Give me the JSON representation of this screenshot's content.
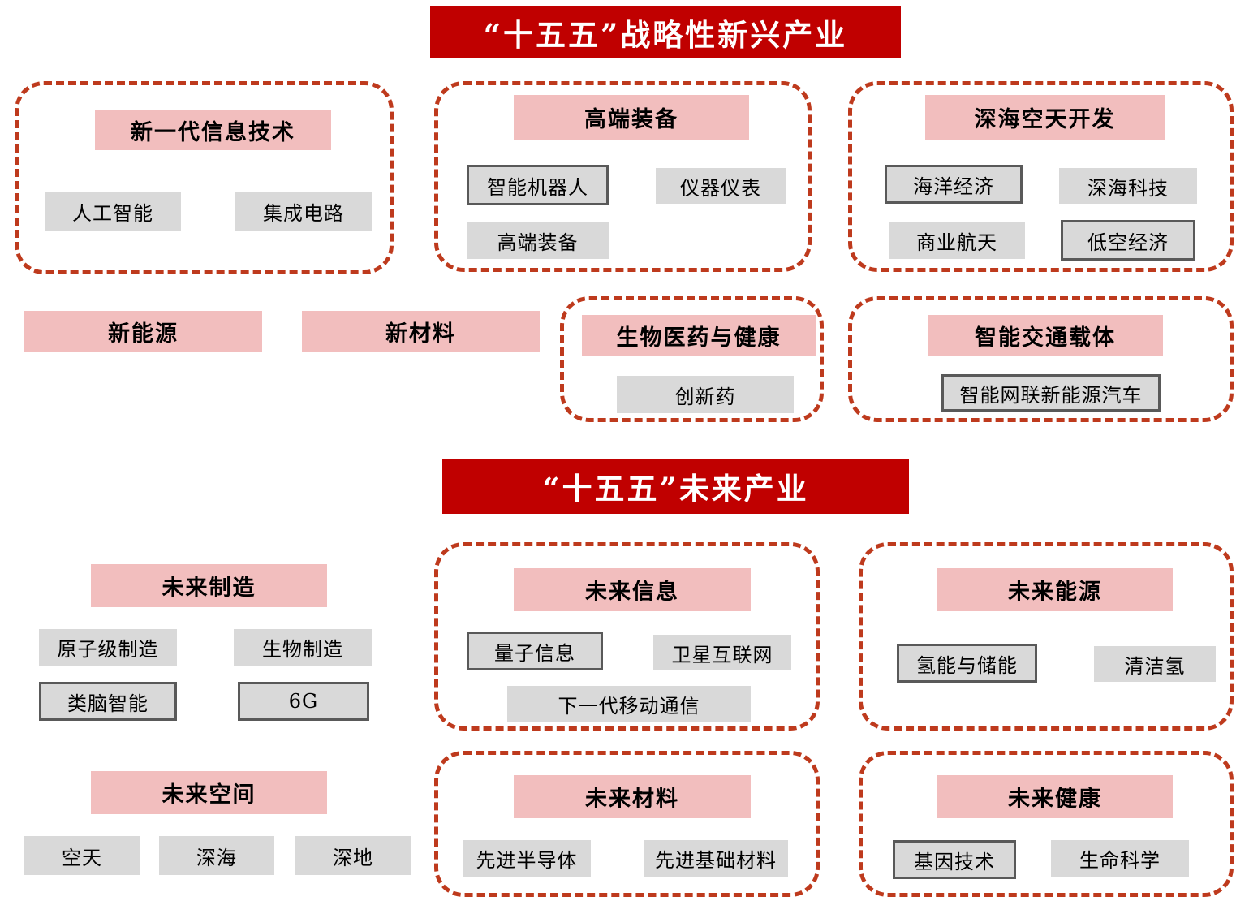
{
  "banners": {
    "strategic": "“十五五”战略性新兴产业",
    "future": "“十五五”未来产业"
  },
  "strategic": {
    "it": {
      "header": "新一代信息技术",
      "items": [
        "人工智能",
        "集成电路"
      ]
    },
    "equipment": {
      "header": "高端装备",
      "items": [
        "智能机器人",
        "仪器仪表",
        "高端装备"
      ],
      "emphasized_items": [
        "智能机器人"
      ]
    },
    "deep_sea_space": {
      "header": "深海空天开发",
      "items": [
        "海洋经济",
        "深海科技",
        "商业航天",
        "低空经济"
      ],
      "emphasized_items": [
        "海洋经济",
        "低空经济"
      ]
    },
    "new_energy": {
      "header": "新能源"
    },
    "new_materials": {
      "header": "新材料"
    },
    "biomed": {
      "header": "生物医药与健康",
      "items": [
        "创新药"
      ]
    },
    "smart_transport": {
      "header": "智能交通载体",
      "items": [
        "智能网联新能源汽车"
      ],
      "emphasized_items": [
        "智能网联新能源汽车"
      ]
    }
  },
  "future": {
    "manufacturing": {
      "header": "未来制造",
      "items": [
        "原子级制造",
        "生物制造",
        "类脑智能",
        "6G"
      ],
      "emphasized_items": [
        "类脑智能",
        "6G"
      ]
    },
    "information": {
      "header": "未来信息",
      "items": [
        "量子信息",
        "卫星互联网",
        "下一代移动通信"
      ],
      "emphasized_items": [
        "量子信息"
      ]
    },
    "energy": {
      "header": "未来能源",
      "items": [
        "氢能与储能",
        "清洁氢"
      ],
      "emphasized_items": [
        "氢能与储能"
      ]
    },
    "space": {
      "header": "未来空间",
      "items": [
        "空天",
        "深海",
        "深地"
      ]
    },
    "materials": {
      "header": "未来材料",
      "items": [
        "先进半导体",
        "先进基础材料"
      ]
    },
    "health": {
      "header": "未来健康",
      "items": [
        "基因技术",
        "生命科学"
      ],
      "emphasized_items": [
        "基因技术"
      ]
    }
  },
  "colors": {
    "banner_bg": "#C00000",
    "banner_text": "#FFFFFF",
    "header_bg": "#F2BEBE",
    "item_bg": "#D9D9D9",
    "dashed_border": "#BE3A1D",
    "emphasis_border": "#595959",
    "text": "#000000"
  }
}
